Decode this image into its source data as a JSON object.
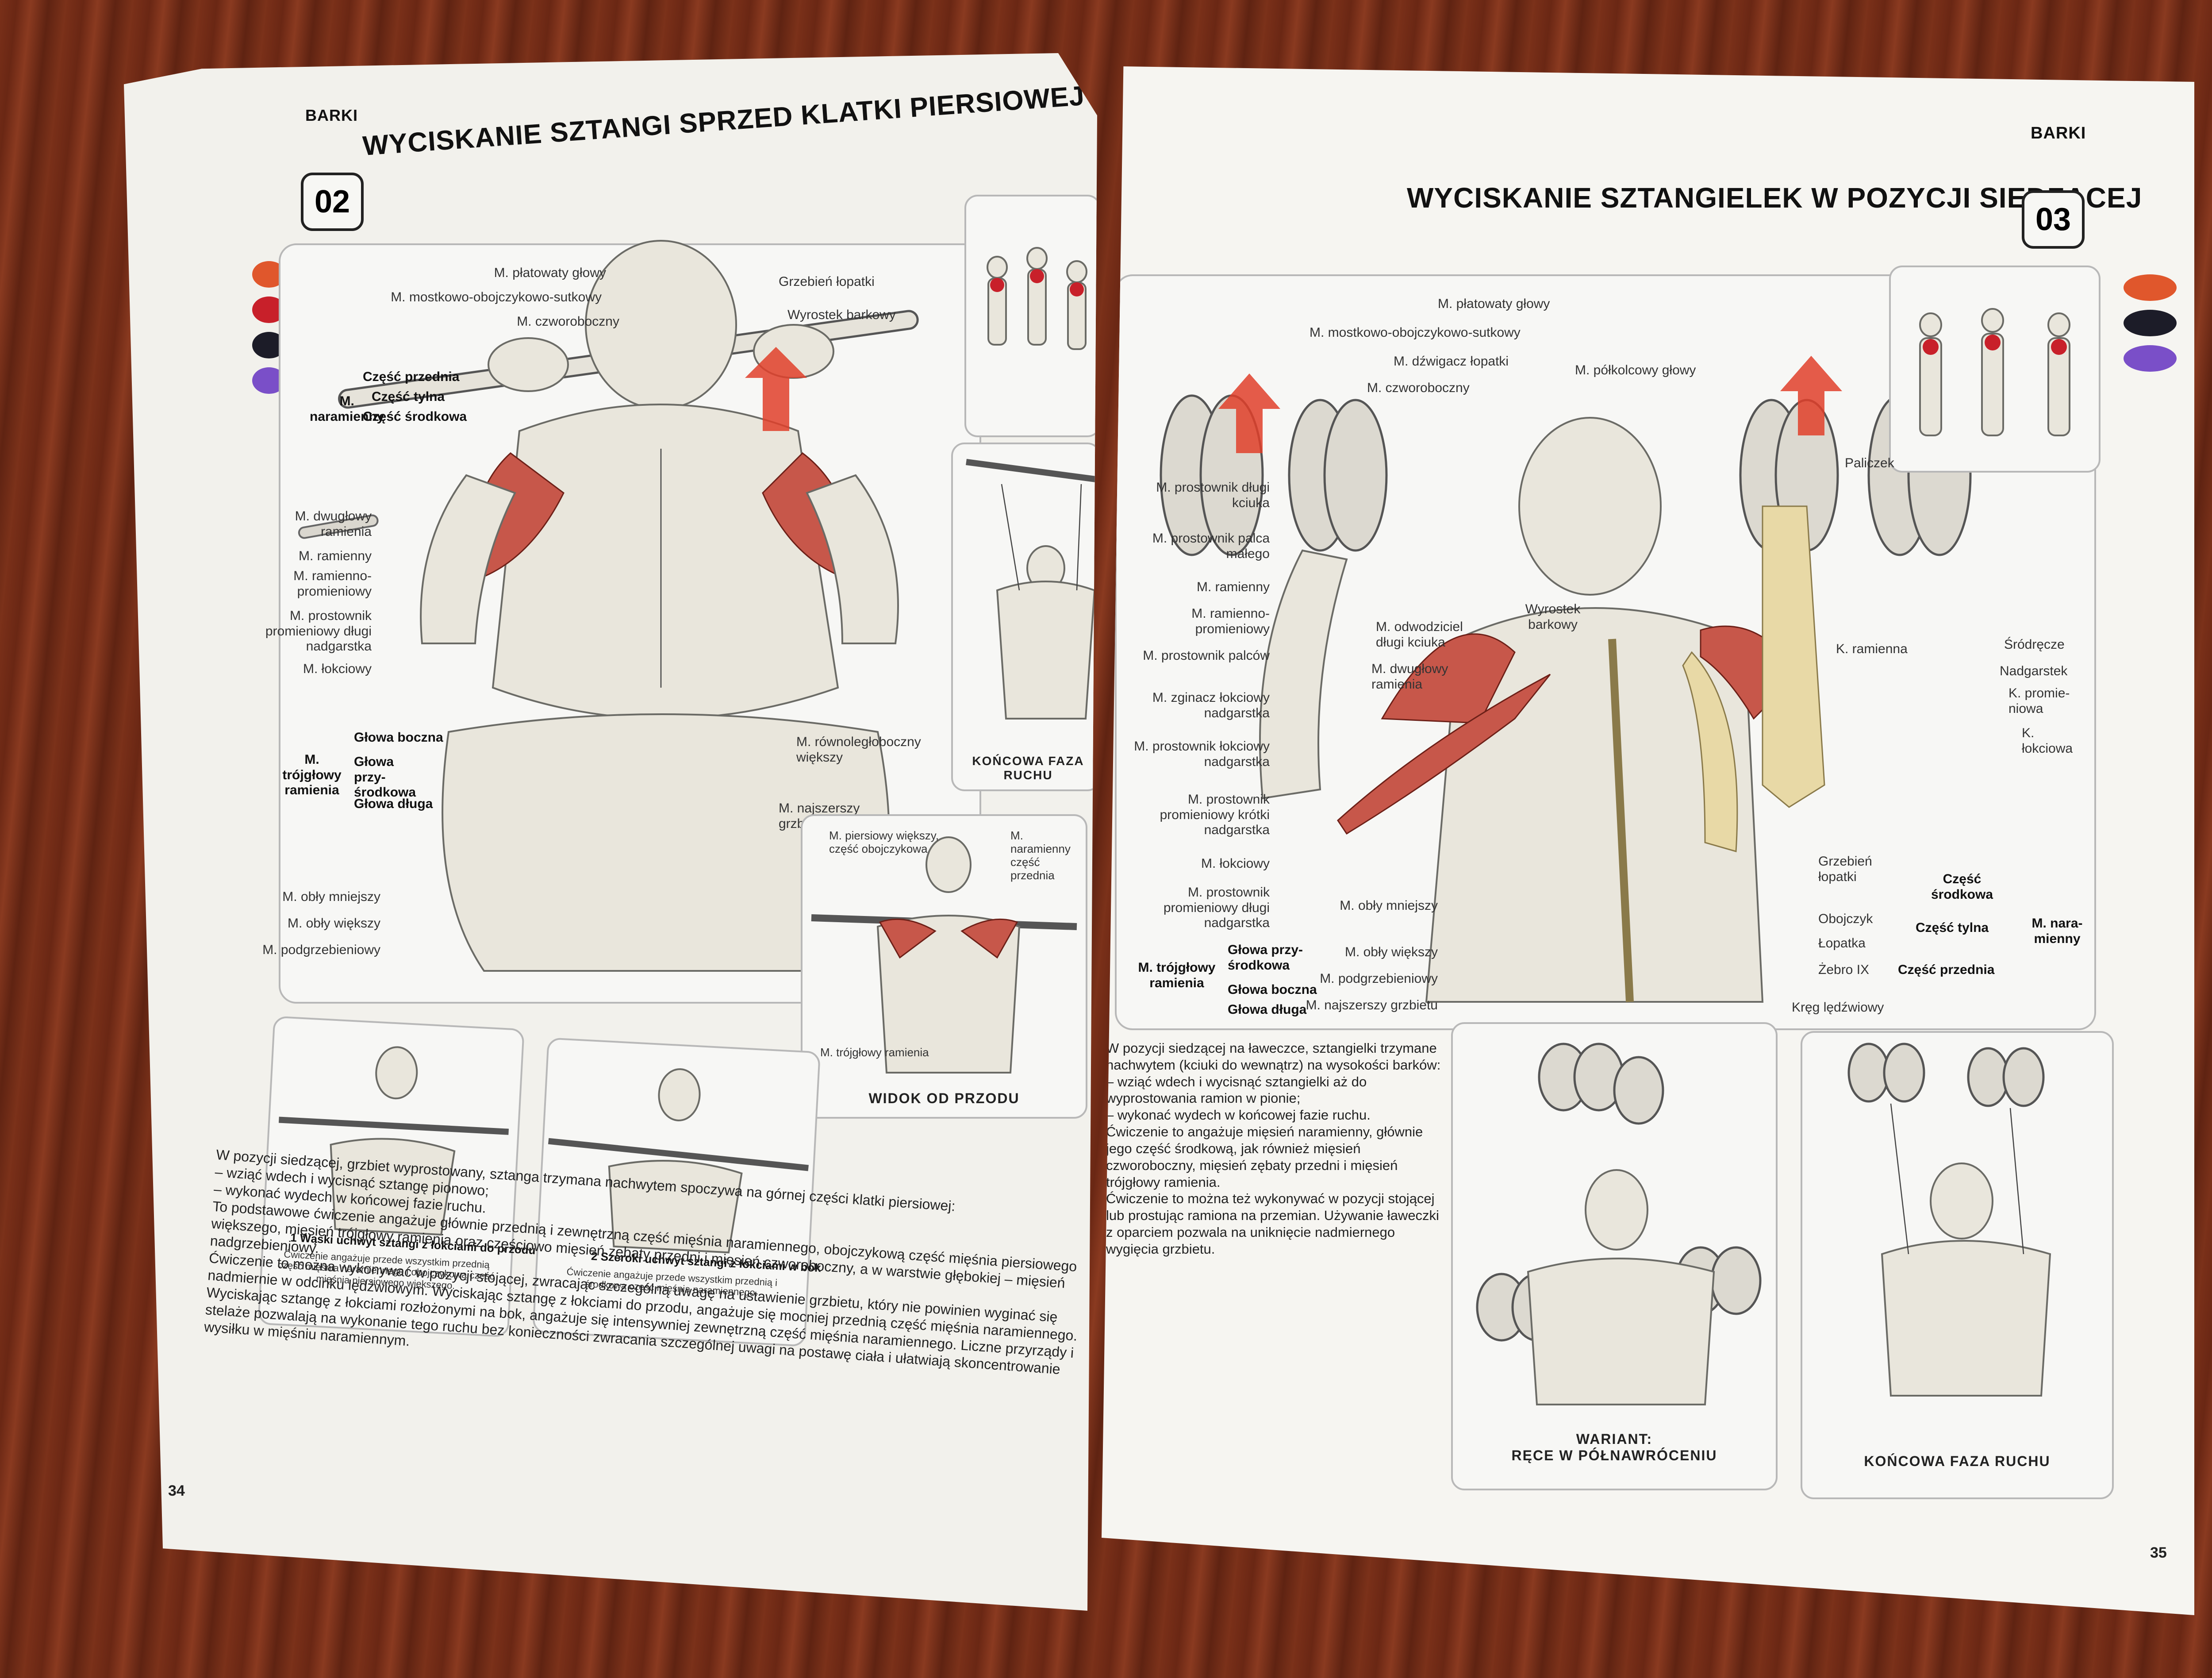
{
  "left": {
    "section": "BARKI",
    "number": "02",
    "title": "WYCISKANIE SZTANGI SPRZED KLATKI PIERSIOWEJ",
    "labels_top": [
      "M. płatowaty głowy",
      "M. mostkowo-obojczykowo-sutkowy",
      "M. czworoboczny"
    ],
    "deltoid_group": {
      "name": "M.\nnaramienny",
      "parts": [
        "Część przednia",
        "Część tylna",
        "Część środkowa"
      ]
    },
    "labels_right": [
      "Grzebień łopatki",
      "Wyrostek barkowy"
    ],
    "labels_left_arm": [
      "M. dwugłowy ramienia",
      "M. ramienny",
      "M. ramienno-promieniowy",
      "M. prostownik promieniowy długi nadgarstka",
      "M. łokciowy"
    ],
    "triceps_group": {
      "name": "M. trójgłowy ramienia",
      "parts": [
        "Głowa boczna",
        "Głowa przy-środkowa",
        "Głowa długa"
      ]
    },
    "labels_back": [
      "M. równoległoboczny większy",
      "M. najszerszy grzbietu"
    ],
    "labels_lower": [
      "M. obły mniejszy",
      "M. obły większy",
      "M. podgrzebieniowy"
    ],
    "final_caption": "KOŃCOWA FAZA RUCHU",
    "front_view": {
      "caption": "WIDOK OD PRZODU",
      "labels": [
        "M. piersiowy większy, część obojczykowa",
        "M. naramienny część przednia",
        "M. trójgłowy ramienia"
      ]
    },
    "variant1": {
      "num": "1",
      "title": "Wąski uchwyt sztangi z łokciami do przodu",
      "text": "Ćwiczenie angażuje przede wszystkim przednią część mięśnia naramiennego i obojczykową część mięśnia piersiowego większego."
    },
    "variant2": {
      "num": "2",
      "title": "Szeroki uchwyt sztangi z łokciami w bok",
      "text": "Ćwiczenie angażuje przede wszystkim przednią i środkową część mięśnia naramiennego."
    },
    "body": "W pozycji siedzącej, grzbiet wyprostowany, sztanga trzymana nachwytem spoczywa na górnej części klatki piersiowej:\n– wziąć wdech i wycisnąć sztangę pionowo;\n– wykonać wydech w końcowej fazie ruchu.\nTo podstawowe ćwiczenie angażuje głównie przednią i zewnętrzną część mięśnia naramiennego, obojczykową część mięśnia piersiowego większego, mięsień trójgłowy ramienia oraz częściowo mięsień zębaty przedni i mięsień czworoboczny, a w warstwie głębokiej – mięsień nadgrzebieniowy.\nĆwiczenie to można wykonywać w pozycji stojącej, zwracając szczególną uwagę na ustawienie grzbietu, który nie powinien wyginać się nadmiernie w odcinku lędźwiowym. Wyciskając sztangę z łokciami do przodu, angażuje się mocniej przednią część mięśnia naramiennego.\nWyciskając sztangę z łokciami rozłożonymi na bok, angażuje się intensywniej zewnętrzną część mięśnia naramiennego. Liczne przyrządy i stelaże pozwalają na wykonanie tego ruchu bez konieczności zwracania szczególnej uwagi na postawę ciała i ułatwiają skoncentrowanie wysiłku w mięśniu naramiennym.",
    "page_number": "34"
  },
  "right": {
    "section": "BARKI",
    "number": "03",
    "title": "WYCISKANIE SZTANGIELEK W POZYCJI SIEDZĄCEJ",
    "labels_top": [
      "M. płatowaty głowy",
      "M. mostkowo-obojczykowo-sutkowy",
      "M. dźwigacz łopatki",
      "M. czworoboczny",
      "M. półkolcowy głowy"
    ],
    "labels_left": [
      "M. prostownik długi kciuka",
      "M. prostownik palca małego",
      "M. ramienny",
      "M. ramienno-promieniowy",
      "M. prostownik palców",
      "M. zginacz łokciowy nadgarstka",
      "M. prostownik łokciowy nadgarstka",
      "M. prostownik promieniowy krótki nadgarstka",
      "M. łokciowy",
      "M. prostownik promieniowy długi nadgarstka"
    ],
    "labels_mid": [
      "M. odwodziciel długi kciuka",
      "M. dwugłowy ramienia",
      "Wyrostek barkowy"
    ],
    "triceps_group": {
      "name": "M. trójgłowy ramienia",
      "parts": [
        "Głowa przy-środkowa",
        "Głowa boczna",
        "Głowa długa"
      ]
    },
    "labels_lower": [
      "M. obły mniejszy",
      "M. obły większy",
      "M. podgrzebieniowy",
      "M. najszerszy grzbietu"
    ],
    "labels_hand": [
      "Paliczek",
      "K. ramienna",
      "Śródręcze",
      "Nadgarstek",
      "K. promie-niowa",
      "K. łokciowa"
    ],
    "labels_spine": [
      "Grzebień łopatki",
      "Obojczyk",
      "Łopatka",
      "Żebro IX",
      "Kręg lędźwiowy"
    ],
    "deltoid_group": {
      "name": "M. nara-mienny",
      "parts": [
        "Część środkowa",
        "Część tylna",
        "Część przednia"
      ]
    },
    "body": "W pozycji siedzącej na ławeczce, sztangielki trzymane nachwytem (kciuki do wewnątrz) na wysokości barków:\n– wziąć wdech i wycisnąć sztangielki aż do wyprostowania ramion w pionie;\n– wykonać wydech w końcowej fazie ruchu.\nĆwiczenie to angażuje mięsień naramienny, głównie jego część środkową, jak również mięsień czworoboczny, mięsień zębaty przedni i mięsień trójgłowy ramienia.\nĆwiczenie to można też wykonywać w pozycji stojącej lub prostując ramiona na przemian. Używanie ławeczki z oparciem pozwala na uniknięcie nadmiernego wygięcia grzbietu.",
    "variant_caption": "WARIANT:\nRĘCE W PÓŁNAWRÓCENIU",
    "final_caption": "KOŃCOWA FAZA RUCHU",
    "page_number": "35"
  },
  "colors": {
    "orange": "#e0572c",
    "red": "#c8202a",
    "black": "#1c1c28",
    "purple": "#7a4fc8",
    "muscle": "#c7574a",
    "arrow": "#e0402a"
  }
}
